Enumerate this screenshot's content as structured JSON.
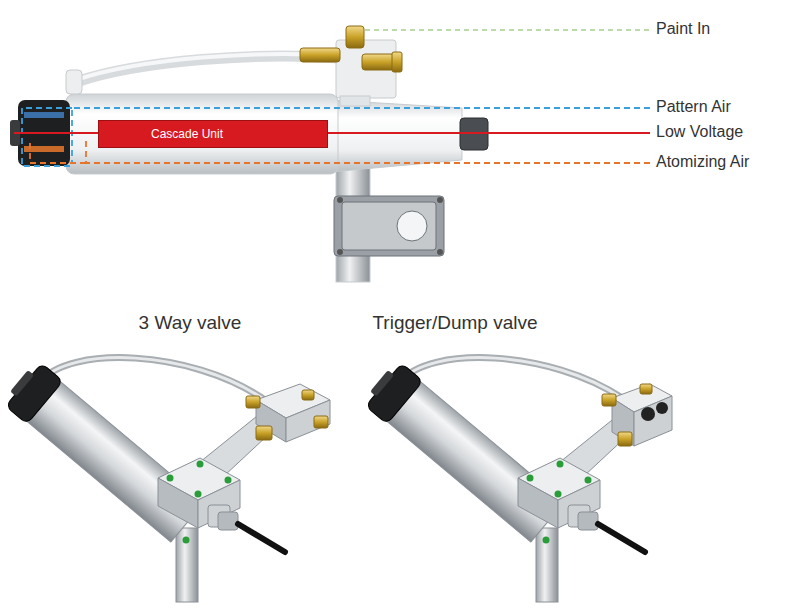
{
  "diagram": {
    "nodes": [
      {
        "text": [
          "Cascade Unit"
        ]
      }
    ],
    "labels": [
      "Paint In",
      "Pattern Air",
      "Low Voltage",
      "Atomizing Air",
      "3 Way valve",
      "Trigger/Dump valve"
    ]
  }
}
